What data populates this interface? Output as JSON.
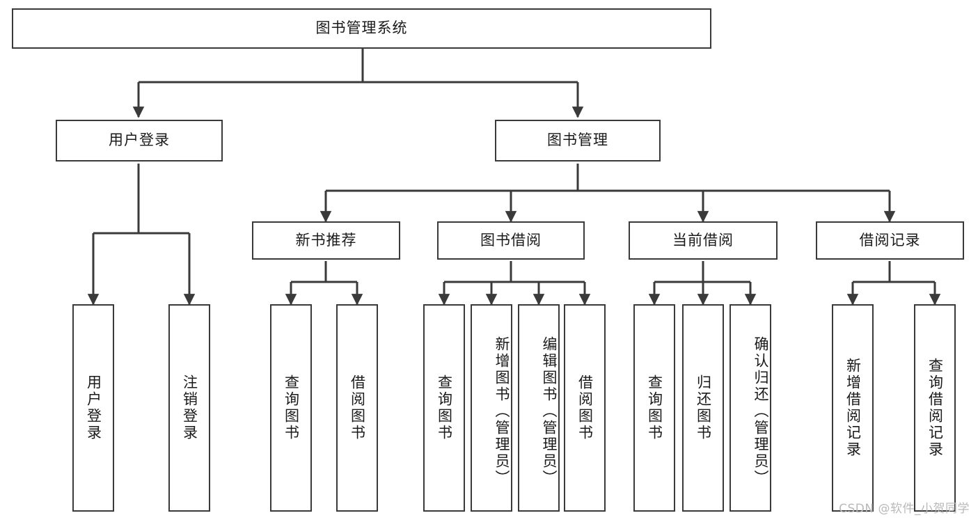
{
  "diagram": {
    "title": "图书管理系统",
    "type": "功能结构图",
    "watermark": "CSDN @软件_小贺同学",
    "colors": {
      "box_border": "#3a3a3a",
      "box_fill": "#ffffff",
      "edge": "#3a3a3a",
      "text": "#1a1a1a",
      "watermark": "#b9b9b9",
      "background": "#ffffff"
    },
    "root": {
      "label": "图书管理系统"
    },
    "level2": [
      {
        "label": "用户登录"
      },
      {
        "label": "图书管理"
      }
    ],
    "level3": [
      {
        "label": "新书推荐"
      },
      {
        "label": "图书借阅"
      },
      {
        "label": "当前借阅"
      },
      {
        "label": "借阅记录"
      }
    ],
    "leaves": {
      "user_login": [
        {
          "label": "用户登录"
        },
        {
          "label": "注销登录"
        }
      ],
      "new_book_recommend": [
        {
          "label": "查询图书"
        },
        {
          "label": "借阅图书"
        }
      ],
      "book_borrow": [
        {
          "label": "查询图书"
        },
        {
          "label": "新增图书（管理员）"
        },
        {
          "label": "编辑图书（管理员）"
        },
        {
          "label": "借阅图书"
        }
      ],
      "current_borrow": [
        {
          "label": "查询图书"
        },
        {
          "label": "归还图书"
        },
        {
          "label": "确认归还（管理员）"
        }
      ],
      "borrow_record": [
        {
          "label": "新增借阅记录"
        },
        {
          "label": "查询借阅记录"
        }
      ]
    }
  }
}
